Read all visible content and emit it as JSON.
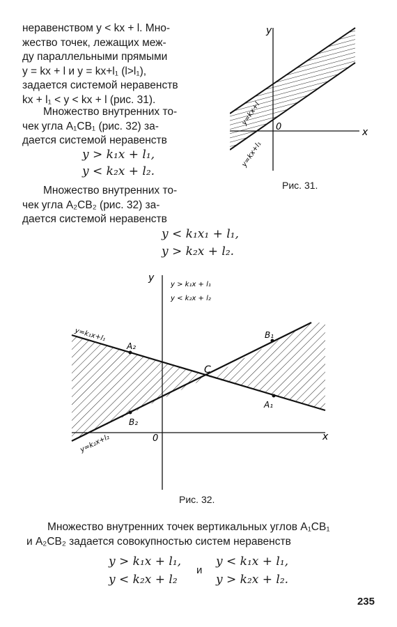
{
  "text": {
    "p1": [
      "неравенством y < kx + l. Мно-",
      "жество точек, лежащих меж-",
      "ду параллельными прямыми",
      "y = kx + l и y = kx+l₁ (l>l₁),",
      "задается системой неравенств",
      "kx + l₁ < y < kx + l (рис. 31)."
    ],
    "p2": [
      "Множество внутренних то-",
      "чек угла A₁CB₁ (рис. 32) за-",
      "дается системой неравенств"
    ],
    "eq2a": "y > k₁x + l₁,",
    "eq2b": "y < k₂x + l₂.",
    "p3": [
      "Множество внутренних то-",
      "чек угла A₂CB₂ (рис. 32) за-",
      "дается системой неравенств"
    ],
    "eq3a": "y < k₁x₁ + l₁,",
    "eq3b": "y > k₂x + l₂.",
    "p4": [
      "Множество внутренних точек вертикальных углов A₁CB₁",
      "и A₂CB₂ задается совокупностью систем неравенств"
    ],
    "eq4a1": "y > k₁x + l₁,",
    "eq4a2": "y < k₂x + l₂",
    "eq4and": "и",
    "eq4b1": "y < k₁x + l₁,",
    "eq4b2": "y > k₂x + l₂.",
    "page_number": "235"
  },
  "fig31": {
    "caption": "Рис. 31.",
    "label_y": "y",
    "label_x": "x",
    "label_o": "0",
    "line_upper": "y=kx+l",
    "line_lower": "y=kx+l₁"
  },
  "fig32": {
    "caption": "Рис. 32.",
    "label_y": "y",
    "label_x": "x",
    "label_o": "0",
    "label_c": "C",
    "label_a1": "A₁",
    "label_a2": "A₂",
    "label_b1": "B₁",
    "label_b2": "B₂",
    "legend_1": "y > k₁x + l₁",
    "legend_2": "y < k₂x + l₂",
    "line_1": "y=k₁x+l₁",
    "line_2": "y=k₂x+l₂"
  }
}
